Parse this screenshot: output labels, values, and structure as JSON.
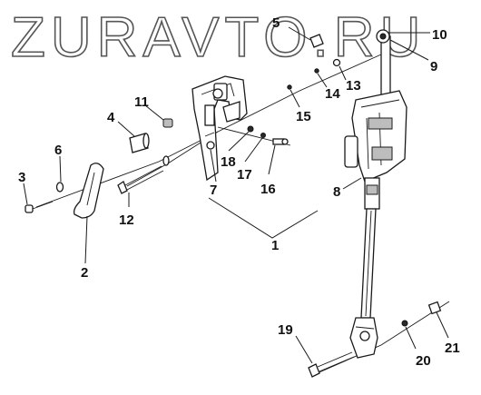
{
  "watermark": {
    "text": "ZURAVTO.RU"
  },
  "callouts": {
    "c1": "1",
    "c2": "2",
    "c3": "3",
    "c4": "4",
    "c5": "5",
    "c6": "6",
    "c7": "7",
    "c8": "8",
    "c9": "9",
    "c10": "10",
    "c11": "11",
    "c12": "12",
    "c13": "13",
    "c14": "14",
    "c15": "15",
    "c16": "16",
    "c17": "17",
    "c18": "18",
    "c19": "19",
    "c20": "20",
    "c21": "21"
  }
}
